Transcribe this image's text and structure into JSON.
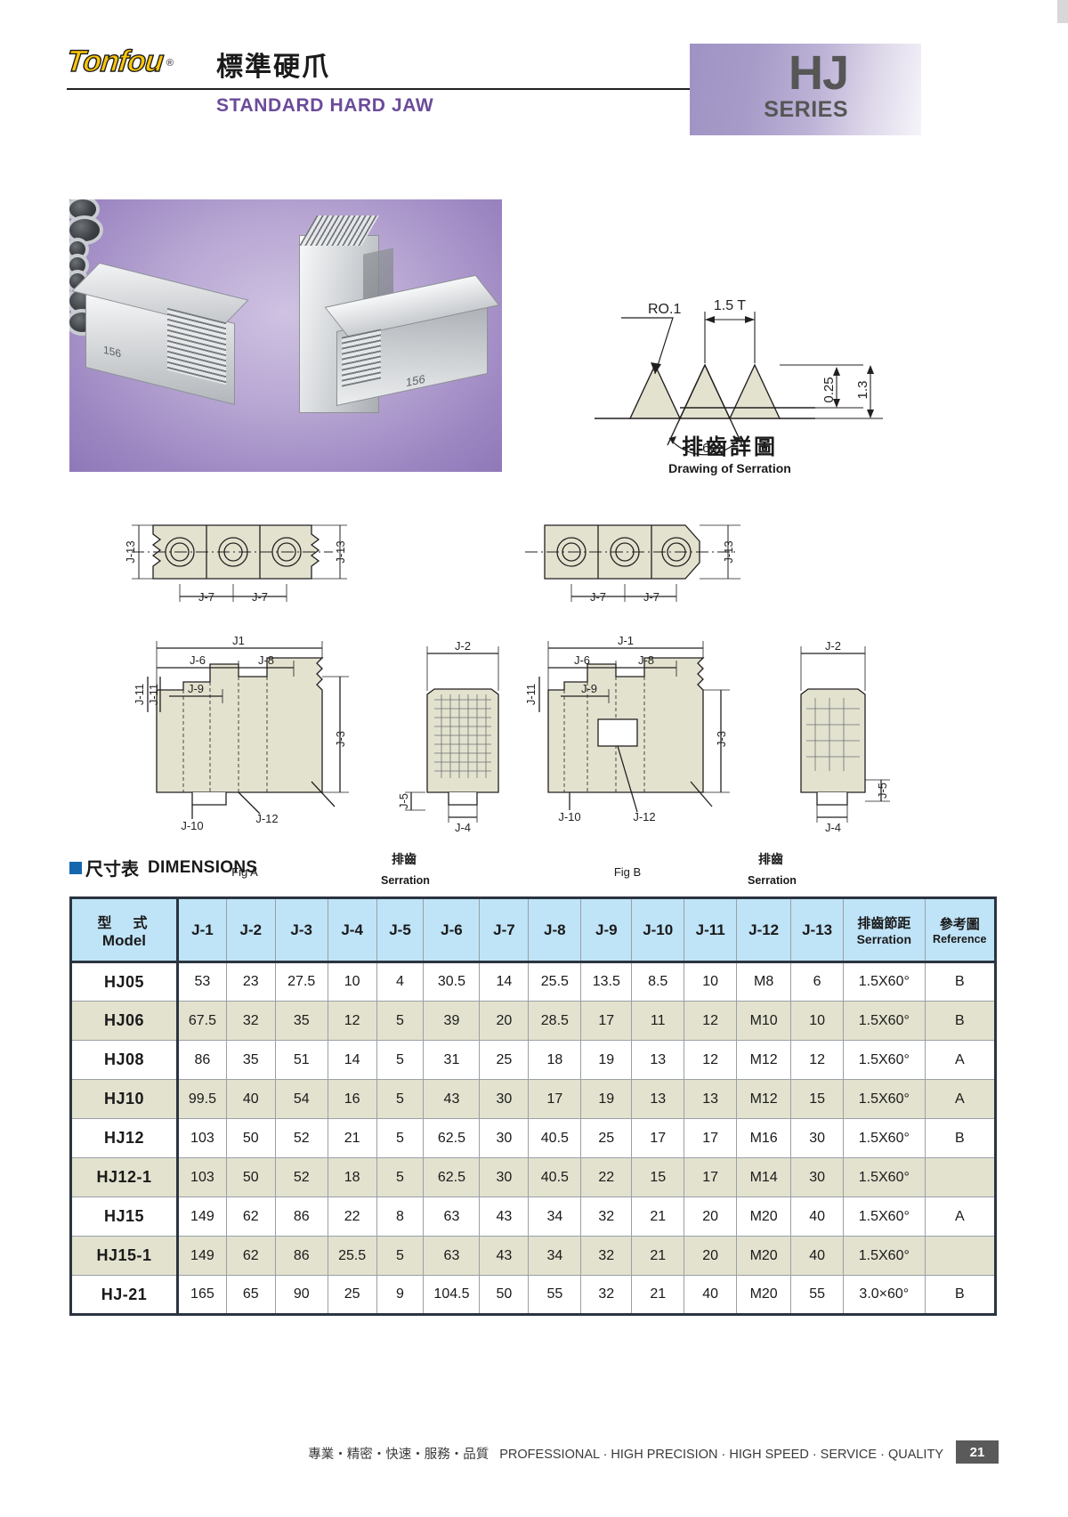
{
  "header": {
    "logo_text": "Tonfou",
    "logo_registered": "®",
    "title_cn": "標準硬爪",
    "title_en": "STANDARD HARD JAW",
    "series_code": "HJ",
    "series_word": "SERIES",
    "brand_color": "#fcc60a",
    "accent_color": "#6b4b9a",
    "badge_color": "#a79bc9"
  },
  "serration_detail": {
    "caption_cn": "排齒詳圖",
    "caption_en": "Drawing of Serration",
    "labels": {
      "radius": "RO.1",
      "pitch": "1.5 T",
      "angle": "60˚",
      "depth_small": "0.25",
      "depth_large": "1.3"
    }
  },
  "drawings": {
    "fig_a_caption": "Fig A",
    "fig_b_caption": "Fig B",
    "serration_note_cn": "排齒",
    "serration_note_en": "Serration",
    "dimension_callouts": [
      "J-13",
      "J-7",
      "J-1",
      "J-2",
      "J-3",
      "J-4",
      "J-5",
      "J-6",
      "J-8",
      "J-9",
      "J-10",
      "J-11",
      "J-12",
      "J1"
    ]
  },
  "dimensions_section": {
    "heading_cn": "尺寸表",
    "heading_en": "DIMENSIONS",
    "bullet_color": "#1566ae"
  },
  "table": {
    "header_bg": "#bfe3f7",
    "alt_row_bg": "#e3e2cf",
    "columns": [
      {
        "cn": "型　式",
        "en": "Model"
      },
      {
        "cn": "",
        "en": "J-1"
      },
      {
        "cn": "",
        "en": "J-2"
      },
      {
        "cn": "",
        "en": "J-3"
      },
      {
        "cn": "",
        "en": "J-4"
      },
      {
        "cn": "",
        "en": "J-5"
      },
      {
        "cn": "",
        "en": "J-6"
      },
      {
        "cn": "",
        "en": "J-7"
      },
      {
        "cn": "",
        "en": "J-8"
      },
      {
        "cn": "",
        "en": "J-9"
      },
      {
        "cn": "",
        "en": "J-10"
      },
      {
        "cn": "",
        "en": "J-11"
      },
      {
        "cn": "",
        "en": "J-12"
      },
      {
        "cn": "",
        "en": "J-13"
      },
      {
        "cn": "排齒節距",
        "en": "Serration"
      },
      {
        "cn": "參考圖",
        "en": "Reference"
      }
    ],
    "rows": [
      {
        "model": "HJ05",
        "values": [
          "53",
          "23",
          "27.5",
          "10",
          "4",
          "30.5",
          "14",
          "25.5",
          "13.5",
          "8.5",
          "10",
          "M8",
          "6"
        ],
        "serration": "1.5X60°",
        "reference": "B"
      },
      {
        "model": "HJ06",
        "values": [
          "67.5",
          "32",
          "35",
          "12",
          "5",
          "39",
          "20",
          "28.5",
          "17",
          "11",
          "12",
          "M10",
          "10"
        ],
        "serration": "1.5X60°",
        "reference": "B"
      },
      {
        "model": "HJ08",
        "values": [
          "86",
          "35",
          "51",
          "14",
          "5",
          "31",
          "25",
          "18",
          "19",
          "13",
          "12",
          "M12",
          "12"
        ],
        "serration": "1.5X60°",
        "reference": "A"
      },
      {
        "model": "HJ10",
        "values": [
          "99.5",
          "40",
          "54",
          "16",
          "5",
          "43",
          "30",
          "17",
          "19",
          "13",
          "13",
          "M12",
          "15"
        ],
        "serration": "1.5X60°",
        "reference": "A"
      },
      {
        "model": "HJ12",
        "values": [
          "103",
          "50",
          "52",
          "21",
          "5",
          "62.5",
          "30",
          "40.5",
          "25",
          "17",
          "17",
          "M16",
          "30"
        ],
        "serration": "1.5X60°",
        "reference": "B"
      },
      {
        "model": "HJ12-1",
        "values": [
          "103",
          "50",
          "52",
          "18",
          "5",
          "62.5",
          "30",
          "40.5",
          "22",
          "15",
          "17",
          "M14",
          "30"
        ],
        "serration": "1.5X60°",
        "reference": ""
      },
      {
        "model": "HJ15",
        "values": [
          "149",
          "62",
          "86",
          "22",
          "8",
          "63",
          "43",
          "34",
          "32",
          "21",
          "20",
          "M20",
          "40"
        ],
        "serration": "1.5X60°",
        "reference": "A"
      },
      {
        "model": "HJ15-1",
        "values": [
          "149",
          "62",
          "86",
          "25.5",
          "5",
          "63",
          "43",
          "34",
          "32",
          "21",
          "20",
          "M20",
          "40"
        ],
        "serration": "1.5X60°",
        "reference": ""
      },
      {
        "model": "HJ-21",
        "values": [
          "165",
          "65",
          "90",
          "25",
          "9",
          "104.5",
          "50",
          "55",
          "32",
          "21",
          "40",
          "M20",
          "55"
        ],
        "serration": "3.0×60°",
        "reference": "B"
      }
    ]
  },
  "footer": {
    "slogan_cn": "專業・精密・快速・服務・品質",
    "slogan_en": "PROFESSIONAL · HIGH PRECISION · HIGH SPEED · SERVICE · QUALITY",
    "page_number": "21"
  }
}
